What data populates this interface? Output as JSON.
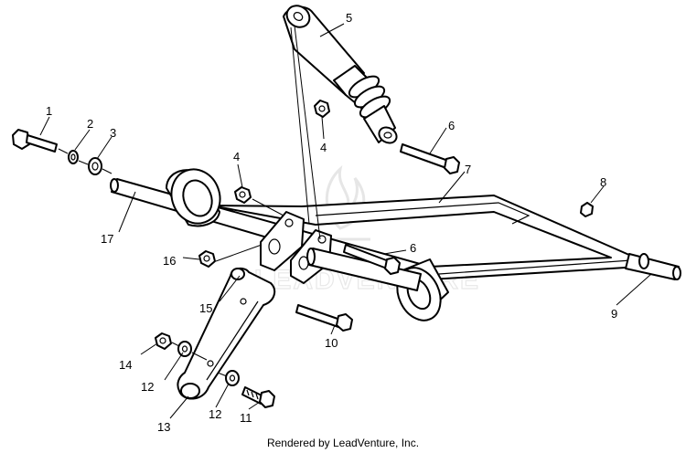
{
  "diagram": {
    "callouts": [
      {
        "id": "c1",
        "text": "1"
      },
      {
        "id": "c2",
        "text": "2"
      },
      {
        "id": "c3",
        "text": "3"
      },
      {
        "id": "c4a",
        "text": "4"
      },
      {
        "id": "c4b",
        "text": "4"
      },
      {
        "id": "c5",
        "text": "5"
      },
      {
        "id": "c6a",
        "text": "6"
      },
      {
        "id": "c6b",
        "text": "6"
      },
      {
        "id": "c7",
        "text": "7"
      },
      {
        "id": "c8",
        "text": "8"
      },
      {
        "id": "c9",
        "text": "9"
      },
      {
        "id": "c10",
        "text": "10"
      },
      {
        "id": "c11",
        "text": "11"
      },
      {
        "id": "c12a",
        "text": "12"
      },
      {
        "id": "c12b",
        "text": "12"
      },
      {
        "id": "c13",
        "text": "13"
      },
      {
        "id": "c14",
        "text": "14"
      },
      {
        "id": "c15",
        "text": "15"
      },
      {
        "id": "c16",
        "text": "16"
      },
      {
        "id": "c17",
        "text": "17"
      }
    ],
    "watermark": "LEADVENTURE",
    "credit": "Rendered by LeadVenture, Inc."
  }
}
